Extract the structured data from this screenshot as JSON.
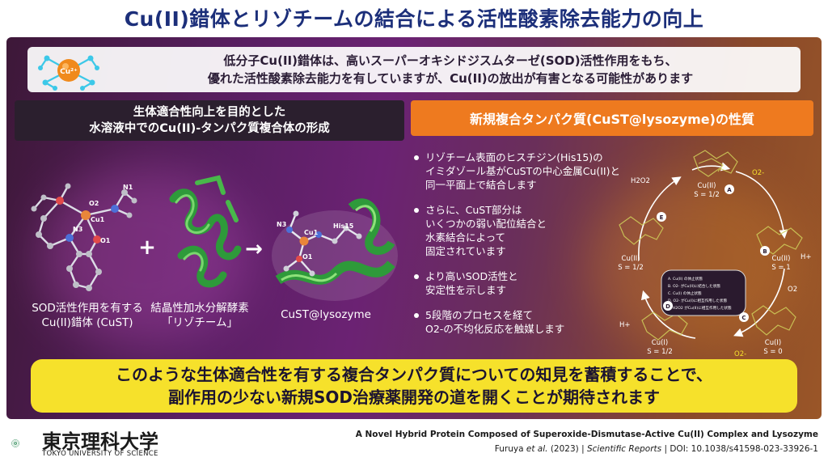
{
  "title": "Cu(II)錯体とリゾチームの結合による活性酸素除去能力の向上",
  "intro": {
    "line1": "低分子Cu(II)錯体は、高いスーパーオキシドジスムターゼ(SOD)活性作用をもち、",
    "line2": "優れた活性酸素除去能力を有していますが、Cu(II)の放出が有害となる可能性があります",
    "atom_label": "Cu2+"
  },
  "left_panel": {
    "heading_line1": "生体適合性向上を目的とした",
    "heading_line2": "水溶液中でのCu(II)-タンパク質複合体の形成",
    "cust_caption_line1": "SOD活性作用を有する",
    "cust_caption_line2": "Cu(II)錯体 (CuST)",
    "lysozyme_caption_line1": "結晶性加水分解酵素",
    "lysozyme_caption_line2": "「リゾチーム」",
    "complex_caption": "CuST@lysozyme",
    "plus": "+",
    "arrow": "→",
    "atom_labels": {
      "o2": "O2",
      "n1": "N1",
      "cu1": "Cu1",
      "n3": "N3",
      "o1": "O1",
      "his15": "His15",
      "n3b": "N3",
      "cu1b": "Cu1",
      "o1b": "O1"
    }
  },
  "right_panel": {
    "heading": "新規複合タンパク質(CuST@lysozyme)の性質",
    "bullets": [
      [
        "リゾチーム表面のヒスチジン(His15)の",
        "イミダゾール基がCuSTの中心金属Cu(II)と",
        "同一平面上で結合します"
      ],
      [
        "さらに、CuST部分は",
        "いくつかの弱い配位結合と",
        "水素結合によって",
        "固定されています"
      ],
      [
        "より高いSOD活性と",
        "安定性を示します"
      ],
      [
        "5段階のプロセスを経て",
        "O2-の不均化反応を触媒します"
      ]
    ]
  },
  "cycle": {
    "states": [
      {
        "letter": "A",
        "metal": "Cu(II)",
        "spin": "S = 1/2"
      },
      {
        "letter": "B",
        "metal": "Cu(II)",
        "spin": "S = 1"
      },
      {
        "letter": "C",
        "metal": "Cu(I)",
        "spin": "S = 0"
      },
      {
        "letter": "D",
        "metal": "Cu(I)",
        "spin": "S = 1/2"
      },
      {
        "letter": "E",
        "metal": "Cu(II)",
        "spin": "S = 1/2"
      }
    ],
    "labels": {
      "h2o2": "H2O2",
      "o2_minus_top": "O2-",
      "h_plus_right": "H+",
      "o2_right": "O2",
      "o2_minus_bottom": "O2-",
      "h_plus_left": "H+"
    },
    "legend": [
      "A. Cu(II) の休止状態",
      "B. O2- がCu(II)に結合した状態",
      "C. Cu(I) の休止状態",
      "D. O2- がCu(I)に相互作用した状態",
      "E. H2O2 がCu(II)に相互作用した状態"
    ]
  },
  "banner": {
    "line1": "このような生体適合性を有する複合タンパク質についての知見を蓄積することで、",
    "line2": "副作用の少ない新規SOD治療薬開発の道を開くことが期待されます"
  },
  "footer": {
    "university_name": "東京理科大学",
    "university_sub": "TOKYO UNIVERSITY OF SCIENCE",
    "paper_title": "A Novel Hybrid Protein Composed of Superoxide-Dismutase-Active Cu(II) Complex and Lysozyme",
    "authors": "Furuya",
    "et_al": "et al.",
    "year": " (2023) | ",
    "journal": "Scientific Reports",
    "doi": " | DOI: 10.1038/s41598-023-33926-1"
  },
  "colors": {
    "title": "#1c2f7a",
    "banner": "#f6e12b",
    "orange_heading": "#ee7a1f",
    "dark_heading": "#2b1f2e"
  }
}
